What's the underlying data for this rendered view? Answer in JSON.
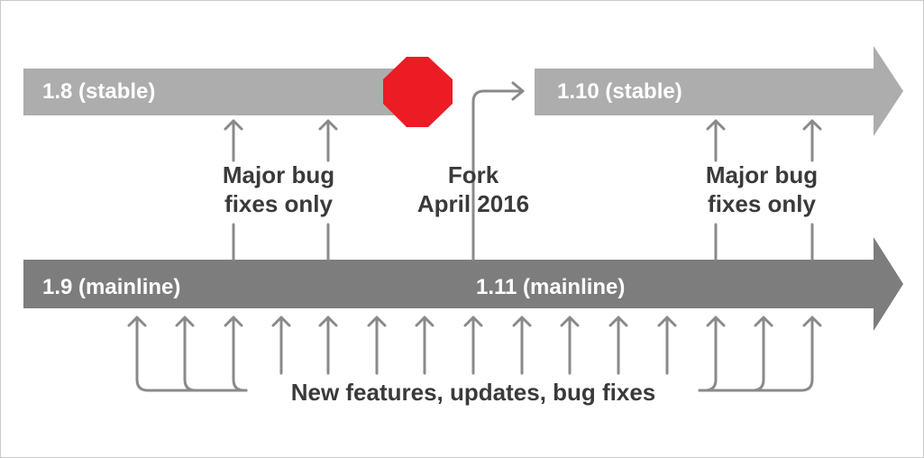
{
  "colors": {
    "stable_bar": "#adadad",
    "mainline_bar": "#7d7d7d",
    "arrow_line": "#8a8a8a",
    "stop_sign": "#ec1c24",
    "text_dark": "#3a3a3a",
    "bar_text": "#ffffff"
  },
  "bars": {
    "stable_old": "1.8 (stable)",
    "stable_new": "1.10 (stable)",
    "mainline_old": "1.9 (mainline)",
    "mainline_new": "1.11 (mainline)"
  },
  "notes": {
    "left_bugfix_line1": "Major bug",
    "left_bugfix_line2": "fixes only",
    "fork_line1": "Fork",
    "fork_line2": "April 2016",
    "right_bugfix_line1": "Major bug",
    "right_bugfix_line2": "fixes only",
    "bottom": "New features, updates, bug fixes"
  },
  "icons": {
    "stop": "stop-sign-icon"
  }
}
